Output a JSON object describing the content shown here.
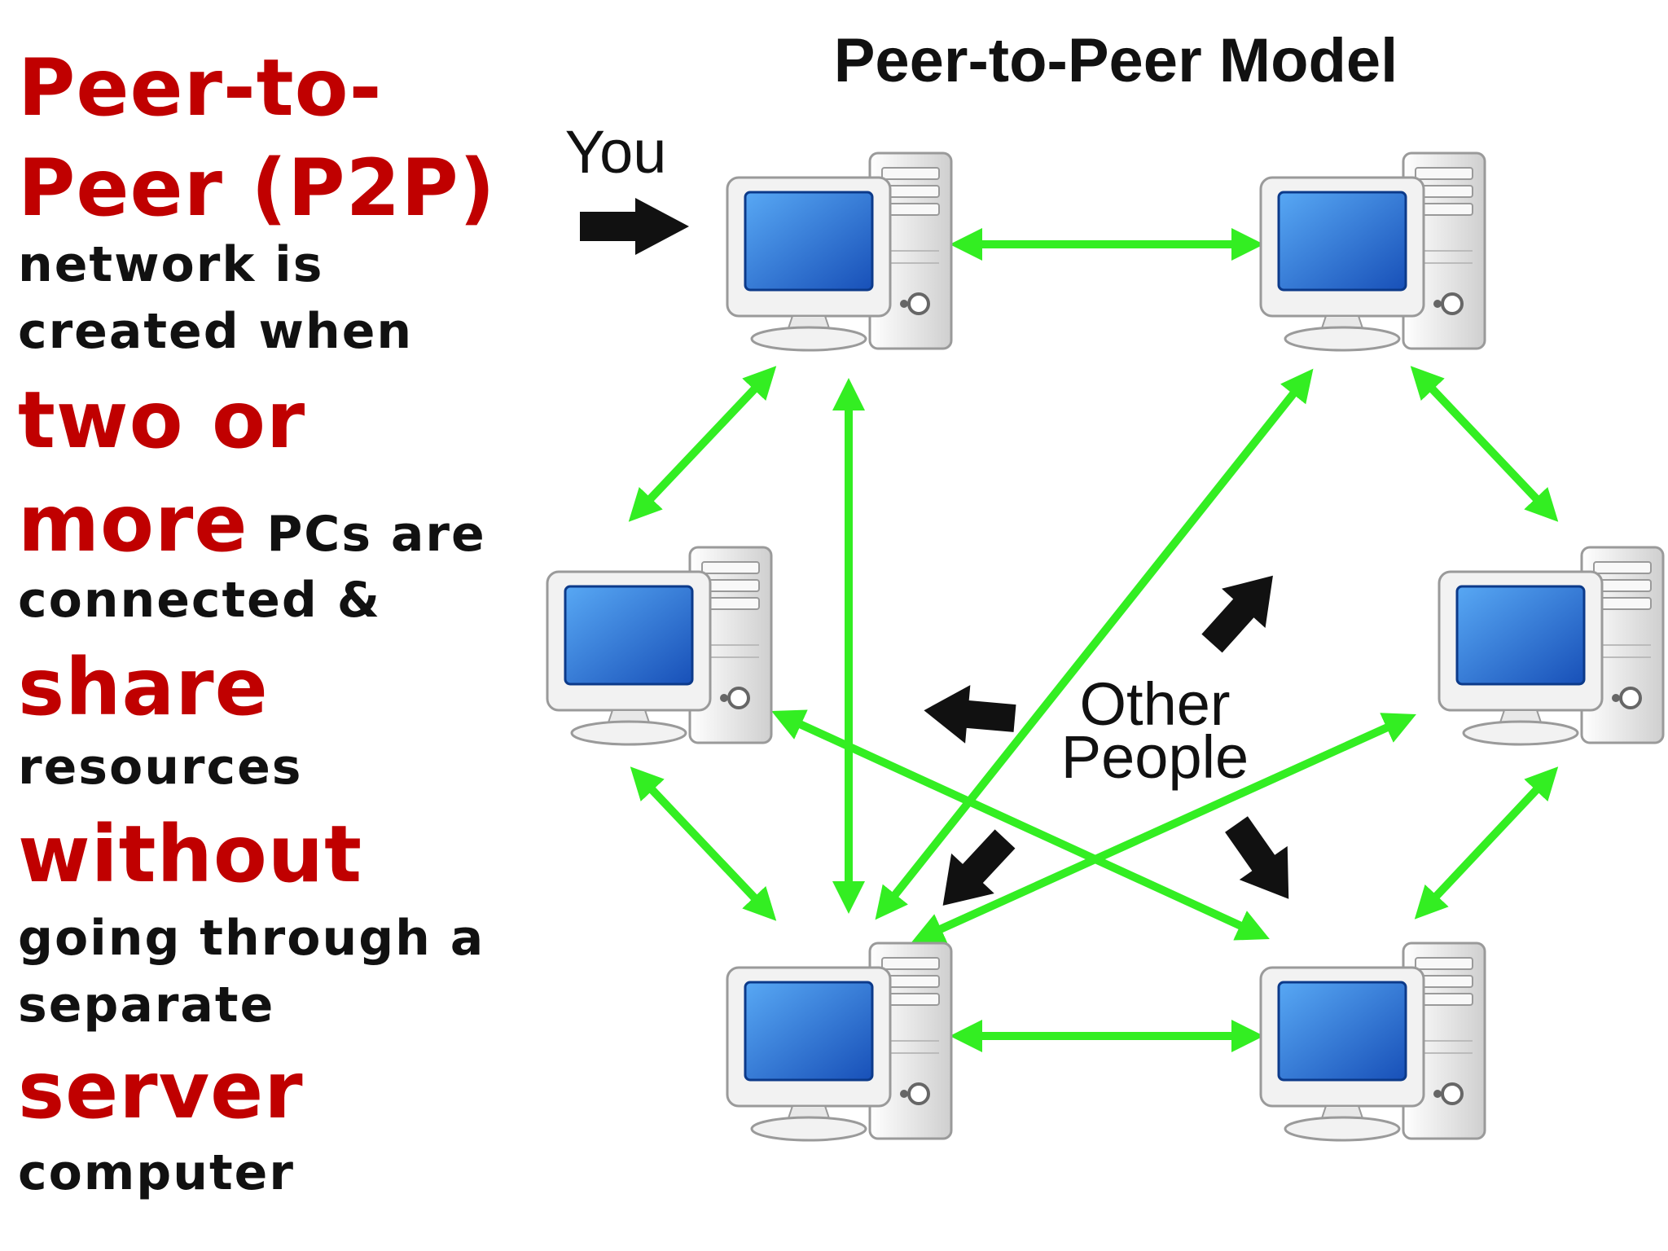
{
  "colors": {
    "emphasis": "#c00000",
    "body_text": "#111111",
    "connection": "#33ee22",
    "pointer": "#111111",
    "screen": "#1f6fd6",
    "case": "#eeeeee"
  },
  "text": {
    "l1": "Peer-to-",
    "l2": "Peer (P2P)",
    "l3": "network is",
    "l4": "created when",
    "l5": "two or",
    "l6a": "more",
    "l6b": " PCs are",
    "l7": "connected &",
    "l8": "share",
    "l9": "resources",
    "l10": "without",
    "l11": "going through a",
    "l12": "separate",
    "l13": "server",
    "l14": "computer"
  },
  "diagram": {
    "title": "Peer-to-Peer Model",
    "you_label": "You",
    "other_label_1": "Other",
    "other_label_2": "People",
    "computer_icon": "desktop-computer-icon",
    "node_count": 6
  }
}
